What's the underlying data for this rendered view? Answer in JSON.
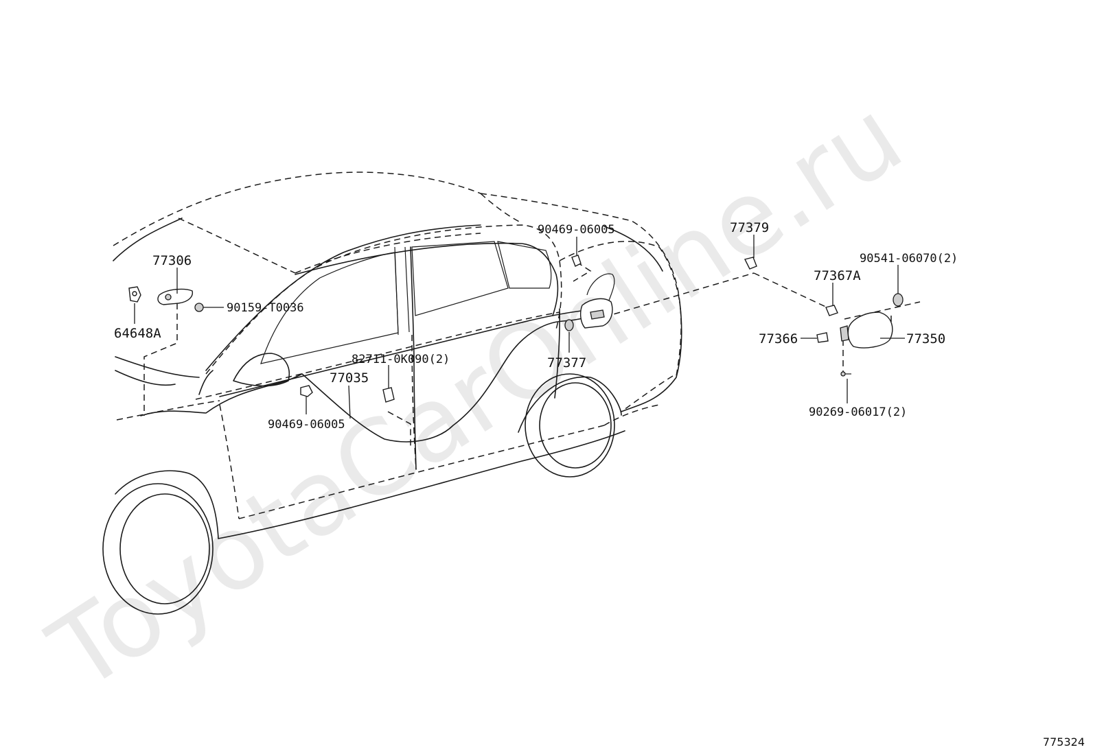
{
  "watermark": "ToyotaCarOnline.ru",
  "diagram_number": "775324",
  "parts": [
    {
      "id": "p77306",
      "label": "77306"
    },
    {
      "id": "p64648A",
      "label": "64648A"
    },
    {
      "id": "p90159",
      "label": "90159-T0036"
    },
    {
      "id": "p90469a",
      "label": "90469-06005"
    },
    {
      "id": "p90469b",
      "label": "90469-06005"
    },
    {
      "id": "p82711",
      "label": "82711-0K090(2)"
    },
    {
      "id": "p77035",
      "label": "77035"
    },
    {
      "id": "p77377",
      "label": "77377"
    },
    {
      "id": "p77379",
      "label": "77379"
    },
    {
      "id": "p77367A",
      "label": "77367A"
    },
    {
      "id": "p90541",
      "label": "90541-06070(2)"
    },
    {
      "id": "p77366",
      "label": "77366"
    },
    {
      "id": "p77350",
      "label": "77350"
    },
    {
      "id": "p90269",
      "label": "90269-06017(2)"
    }
  ]
}
